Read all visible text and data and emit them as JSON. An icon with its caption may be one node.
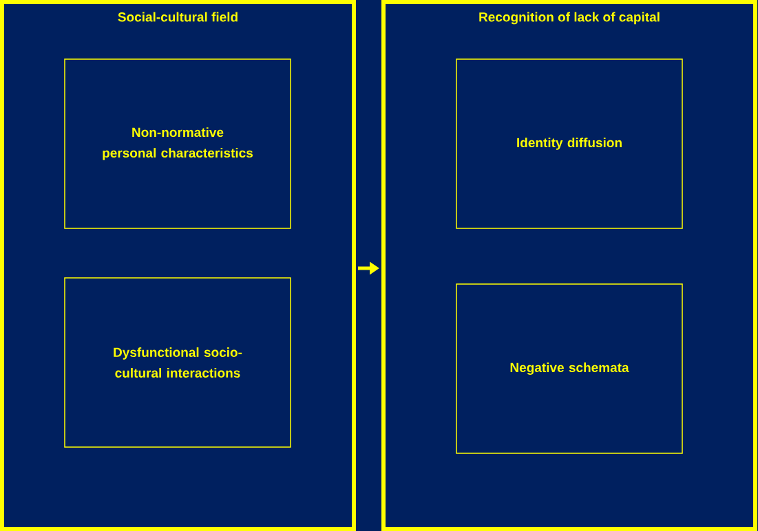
{
  "diagram": {
    "nodes": [
      {
        "text": [
          "Social-cultural field"
        ]
      },
      {
        "text": [
          "Non-normative personal characteristics"
        ],
        "in": 0
      },
      {
        "text": [
          "Dysfunctional socio-cultural interactions"
        ],
        "in": 0
      },
      {
        "text": [
          "Recognition of lack of capital"
        ]
      },
      {
        "text": [
          "Identity diffusion"
        ],
        "in": 3
      },
      {
        "text": [
          "Negative schemata"
        ],
        "in": 3
      }
    ],
    "edges": [
      {
        "from": 0,
        "to": 3,
        "arrow": "to"
      }
    ]
  }
}
